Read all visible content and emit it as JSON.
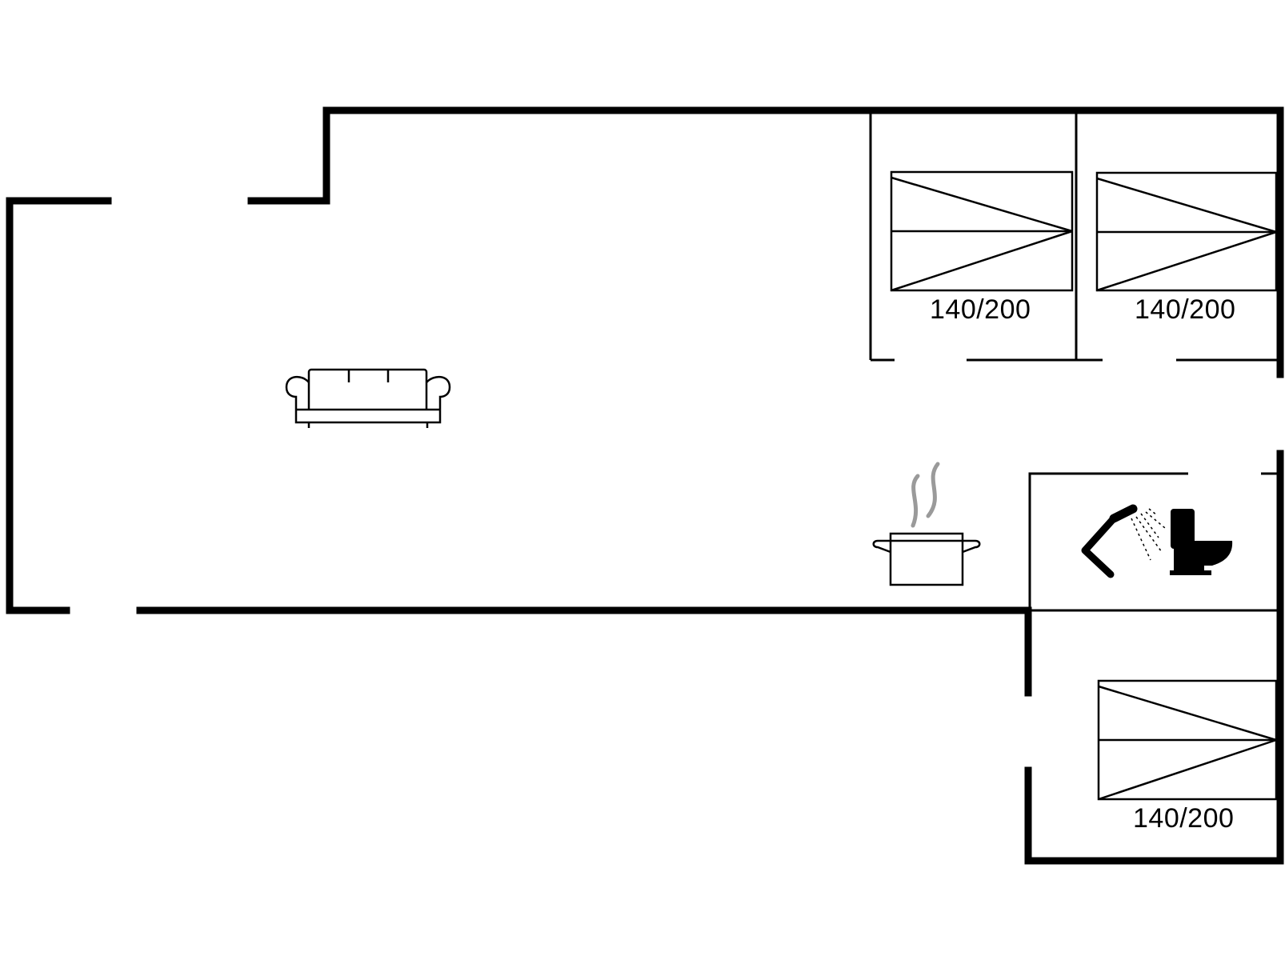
{
  "rooms": {
    "bedroom_1": {
      "bed_size": "140/200"
    },
    "bedroom_2": {
      "bed_size": "140/200"
    },
    "bedroom_3": {
      "bed_size": "140/200"
    }
  },
  "icons": {
    "living": "sofa-icon",
    "kitchen": "cooking-pot-icon",
    "bathroom_shower": "shower-icon",
    "bathroom_toilet": "toilet-icon",
    "bed": "double-bed-icon"
  },
  "colors": {
    "walls": "#000000",
    "steam": "#9a9a9a",
    "background": "#ffffff"
  }
}
